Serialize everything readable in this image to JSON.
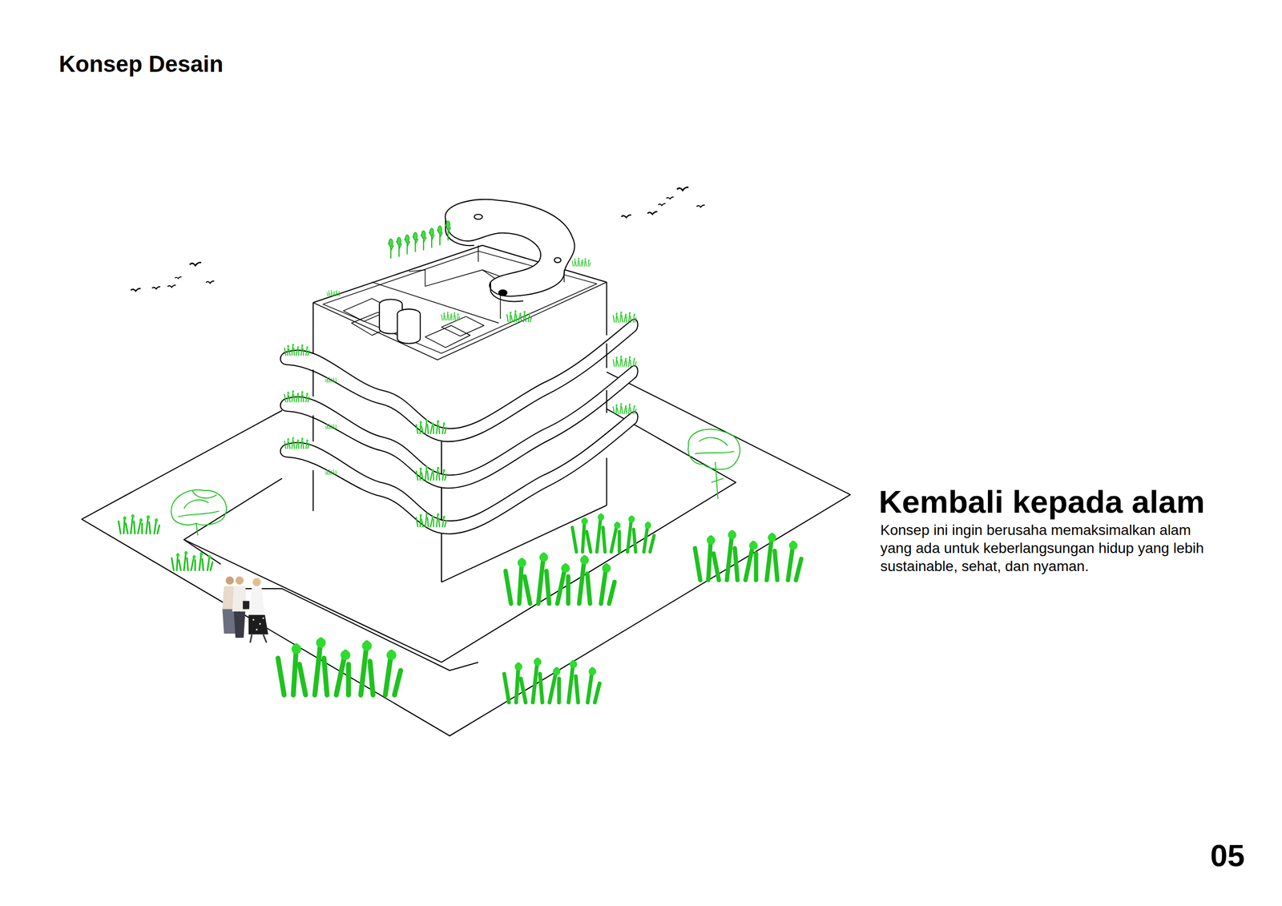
{
  "diagram": {
    "title": "Konsep Desain",
    "labels": [
      "Kembali kepada alam",
      "Konsep ini ingin berusaha memaksimalkan alam yang ada untuk keberlangsungan hidup yang lebih sustainable, sehat, dan nyaman.",
      "05"
    ]
  }
}
